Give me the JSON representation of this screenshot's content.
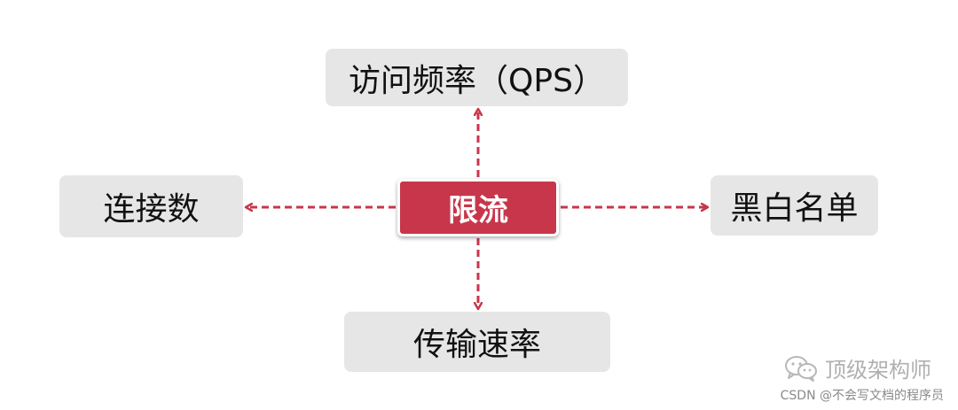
{
  "diagram": {
    "center": {
      "label": "限流"
    },
    "nodes": {
      "top": {
        "label": "访问频率（QPS）"
      },
      "left": {
        "label": "连接数"
      },
      "right": {
        "label": "黑白名单"
      },
      "bottom": {
        "label": "传输速率"
      }
    },
    "colors": {
      "accent": "#c8364b",
      "box": "#e6e6e6",
      "text": "#111111"
    }
  },
  "watermark": {
    "icon": "wechat-icon",
    "text": "顶级架构师"
  },
  "source": {
    "text": "CSDN @不会写文档的程序员"
  }
}
